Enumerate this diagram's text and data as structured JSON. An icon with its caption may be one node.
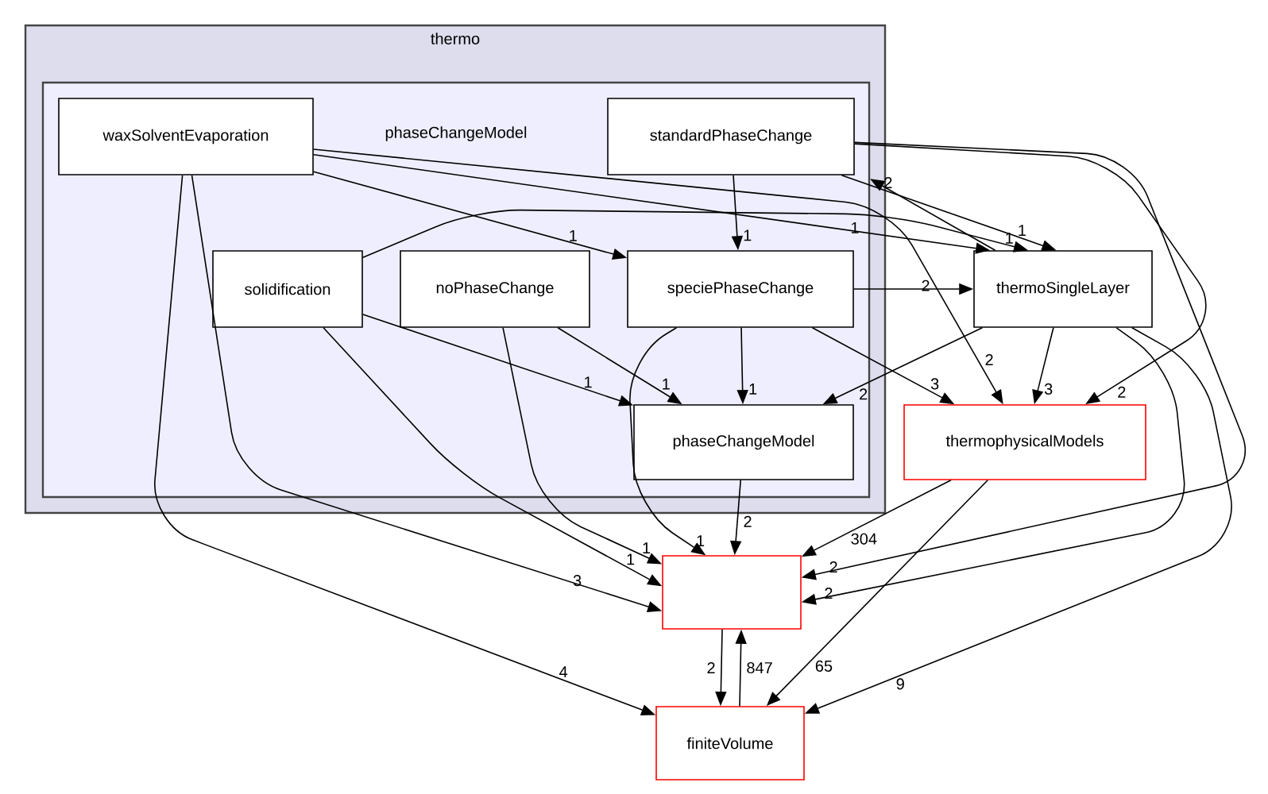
{
  "diagram": {
    "nodes": [
      {
        "text": [
          "thermo"
        ]
      },
      {
        "text": [
          "phaseChangeModel"
        ],
        "in": 0
      },
      {
        "text": [
          "waxSolventEvaporation"
        ],
        "in": 1
      },
      {
        "text": [
          "standardPhaseChange"
        ],
        "in": 1
      },
      {
        "text": [
          "solidification"
        ],
        "in": 1
      },
      {
        "text": [
          "noPhaseChange"
        ],
        "in": 1
      },
      {
        "text": [
          "speciePhaseChange"
        ],
        "in": 1
      },
      {
        "text": [
          "phaseChangeModel"
        ],
        "in": 1
      },
      {
        "text": [
          "thermoSingleLayer"
        ]
      },
      {
        "text": [
          "thermophysicalModels"
        ]
      },
      {
        "text": [],
        "shape": "box"
      },
      {
        "text": [
          "finiteVolume"
        ]
      }
    ],
    "edges": [
      {
        "from": 2,
        "to": 6,
        "arrow": "to",
        "label": "1"
      },
      {
        "from": 2,
        "to": 8,
        "arrow": "to",
        "label": "1"
      },
      {
        "from": 2,
        "to": 9,
        "arrow": "to",
        "label": "2"
      },
      {
        "from": 2,
        "to": 10,
        "arrow": "to",
        "label": "3"
      },
      {
        "from": 2,
        "to": 11,
        "arrow": "to",
        "label": "4"
      },
      {
        "from": 3,
        "to": 6,
        "arrow": "to",
        "label": "1"
      },
      {
        "from": 3,
        "to": 8,
        "arrow": "to",
        "label": "1"
      },
      {
        "from": 3,
        "to": 9,
        "arrow": "to",
        "label": "2"
      },
      {
        "from": 3,
        "to": 10,
        "arrow": "to",
        "label": "2"
      },
      {
        "from": 4,
        "to": 8,
        "arrow": "to",
        "label": "1"
      },
      {
        "from": 4,
        "to": 7,
        "arrow": "to",
        "label": "1"
      },
      {
        "from": 4,
        "to": 10,
        "arrow": "to",
        "label": "1"
      },
      {
        "from": 5,
        "to": 7,
        "arrow": "to",
        "label": "1"
      },
      {
        "from": 5,
        "to": 10,
        "arrow": "to",
        "label": "1"
      },
      {
        "from": 6,
        "to": 8,
        "arrow": "to",
        "label": "2"
      },
      {
        "from": 6,
        "to": 7,
        "arrow": "to",
        "label": "1"
      },
      {
        "from": 6,
        "to": 9,
        "arrow": "to",
        "label": "3"
      },
      {
        "from": 6,
        "to": 10,
        "arrow": "to",
        "label": "1"
      },
      {
        "from": 8,
        "to": 1,
        "arrow": "to",
        "label": "2"
      },
      {
        "from": 8,
        "to": 7,
        "arrow": "to",
        "label": "2"
      },
      {
        "from": 8,
        "to": 9,
        "arrow": "to",
        "label": "3"
      },
      {
        "from": 8,
        "to": 10,
        "arrow": "to",
        "label": "2"
      },
      {
        "from": 8,
        "to": 11,
        "arrow": "to",
        "label": "9"
      },
      {
        "from": 9,
        "to": 10,
        "arrow": "to",
        "label": "304"
      },
      {
        "from": 9,
        "to": 11,
        "arrow": "to",
        "label": "65"
      },
      {
        "from": 7,
        "to": 10,
        "arrow": "to",
        "label": "2"
      },
      {
        "from": 10,
        "to": 11,
        "arrow": "to",
        "label": "2"
      },
      {
        "from": 11,
        "to": 10,
        "arrow": "to",
        "label": "847"
      }
    ]
  }
}
